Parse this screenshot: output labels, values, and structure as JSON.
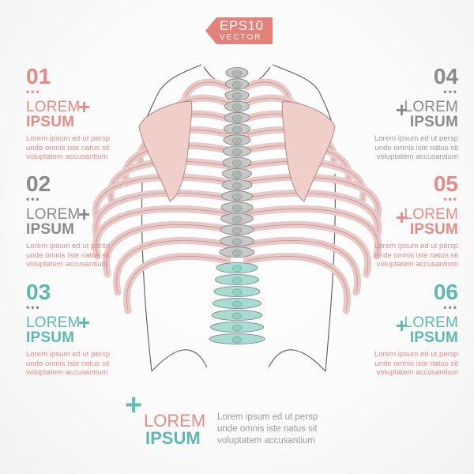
{
  "header": {
    "badge_text": "EPS10",
    "badge_sub": "VECTOR"
  },
  "colors": {
    "pink": "#e48b84",
    "gray": "#8a8a8a",
    "teal": "#5fb8ae",
    "rib": "#e9c8c6",
    "vertebra_gray": "#c6c9c6",
    "vertebra_teal": "#a8dcd2"
  },
  "items": [
    {
      "num": "01",
      "dots": "•••",
      "title1": "LOREM",
      "title2": "IPSUM",
      "lines": [
        "Lorem ipsum ed ut persp",
        "unde omnis iste natus sit",
        "voluptatem accusantium"
      ]
    },
    {
      "num": "02",
      "dots": "•••",
      "title1": "LOREM",
      "title2": "IPSUM",
      "lines": [
        "Lorem ipsum ed ut persp",
        "unde omnis iste natus sit",
        "voluptatem accusantium"
      ]
    },
    {
      "num": "03",
      "dots": "•••",
      "title1": "LOREM",
      "title2": "IPSUM",
      "lines": [
        "Lorem ipsum ed ut persp",
        "unde omnis iste natus sit",
        "voluptatem accusantium"
      ]
    },
    {
      "num": "04",
      "dots": "•••",
      "title1": "LOREM",
      "title2": "IPSUM",
      "lines": [
        "Lorem ipsum ed ut persp",
        "unde omnis iste natus sit",
        "voluptatem accusantium"
      ]
    },
    {
      "num": "05",
      "dots": "•••",
      "title1": "LOREM",
      "title2": "IPSUM",
      "lines": [
        "Lorem ipsum ed ut persp",
        "unde omnis iste natus sit",
        "voluptatem accusantium"
      ]
    },
    {
      "num": "06",
      "dots": "•••",
      "title1": "LOREM",
      "title2": "IPSUM",
      "lines": [
        "Lorem ipsum ed ut persp",
        "unde omnis iste natus sit",
        "voluptatem accusantium"
      ]
    }
  ],
  "bottom": {
    "title1": "LOREM",
    "title2": "IPSUM",
    "lines": [
      "Lorem ipsum ed ut persp",
      "unde omnis iste natus sit",
      "voluptatem accusantium"
    ]
  },
  "icons": {
    "plus": "plus-icon",
    "tag": "ribbon-tag-icon"
  }
}
